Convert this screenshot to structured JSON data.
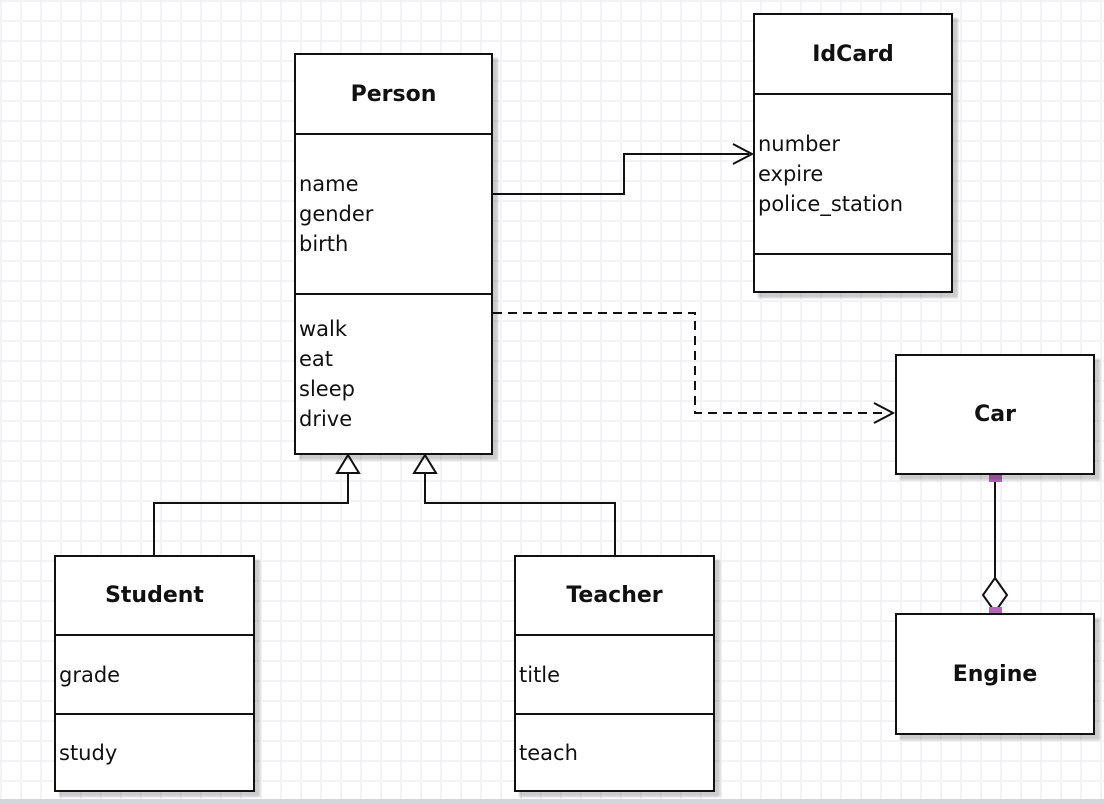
{
  "diagram": {
    "classes": {
      "person": {
        "name": "Person",
        "attributes": [
          "name",
          "gender",
          "birth"
        ],
        "methods": [
          "walk",
          "eat",
          "sleep",
          "drive"
        ]
      },
      "idcard": {
        "name": "IdCard",
        "attributes": [
          "number",
          "expire",
          "police_station"
        ],
        "methods": []
      },
      "student": {
        "name": "Student",
        "attributes": [
          "grade"
        ],
        "methods": [
          "study"
        ]
      },
      "teacher": {
        "name": "Teacher",
        "attributes": [
          "title"
        ],
        "methods": [
          "teach"
        ]
      },
      "car": {
        "name": "Car"
      },
      "engine": {
        "name": "Engine"
      }
    },
    "relationships": [
      {
        "type": "association",
        "from": "Person",
        "to": "IdCard",
        "line": "solid",
        "arrowhead": "open"
      },
      {
        "type": "dependency",
        "from": "Person",
        "to": "Car",
        "line": "dashed",
        "arrowhead": "open"
      },
      {
        "type": "generalization",
        "from": "Student",
        "to": "Person",
        "line": "solid",
        "arrowhead": "hollow-triangle"
      },
      {
        "type": "generalization",
        "from": "Teacher",
        "to": "Person",
        "line": "solid",
        "arrowhead": "hollow-triangle"
      },
      {
        "type": "aggregation",
        "from": "Car",
        "to": "Engine",
        "line": "solid",
        "arrowhead": "hollow-diamond"
      }
    ],
    "colors": {
      "stroke": "#111111",
      "node_fill": "#ffffff",
      "endpoint_handle": "#b864b8",
      "grid_line": "#f3f3f5",
      "background": "#ffffff"
    }
  }
}
